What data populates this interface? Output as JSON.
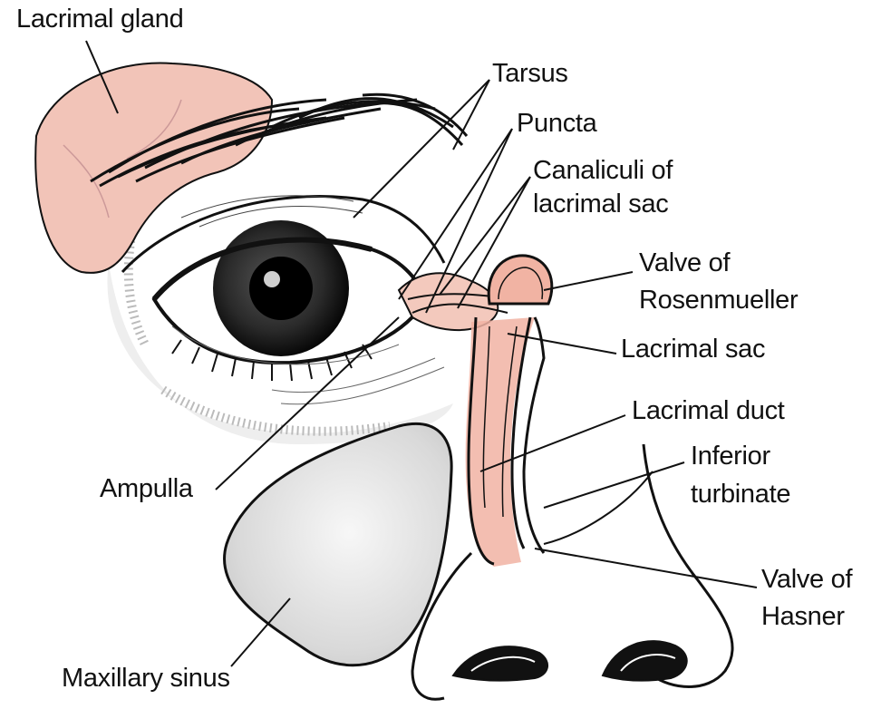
{
  "labels": {
    "lacrimal_gland": "Lacrimal gland",
    "tarsus": "Tarsus",
    "puncta": "Puncta",
    "canaliculi_line1": "Canaliculi of",
    "canaliculi_line2": "lacrimal sac",
    "valve_rosenmueller_line1": "Valve of",
    "valve_rosenmueller_line2": "Rosenmueller",
    "lacrimal_sac": "Lacrimal sac",
    "lacrimal_duct": "Lacrimal duct",
    "inferior_turbinate_line1": "Inferior",
    "inferior_turbinate_line2": "turbinate",
    "valve_hasner_line1": "Valve of",
    "valve_hasner_line2": "Hasner",
    "ampulla": "Ampulla",
    "maxillary_sinus": "Maxillary sinus"
  },
  "colors": {
    "gland_fill": "#f2c4b8",
    "duct_fill": "#f1b3a3",
    "sinus_fill": "#e3e3e3",
    "line": "#111111"
  }
}
